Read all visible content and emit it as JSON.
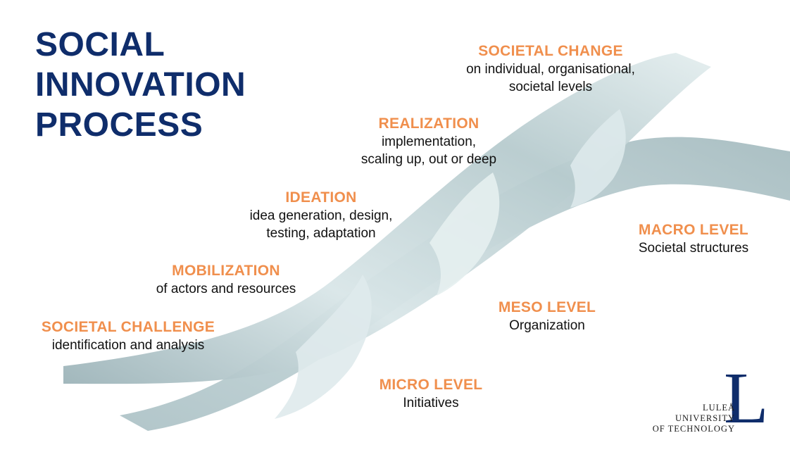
{
  "title": {
    "line1": "SOCIAL",
    "line2": "INNOVATION",
    "line3": "PROCESS"
  },
  "stages": {
    "societal_challenge": {
      "heading": "SOCIETAL CHALLENGE",
      "line1": "identification and analysis"
    },
    "mobilization": {
      "heading": "MOBILIZATION",
      "line1": "of actors and resources"
    },
    "ideation": {
      "heading": "IDEATION",
      "line1": "idea generation, design,",
      "line2": "testing, adaptation"
    },
    "realization": {
      "heading": "REALIZATION",
      "line1": "implementation,",
      "line2": "scaling up, out or deep"
    },
    "societal_change": {
      "heading": "SOCIETAL CHANGE",
      "line1": "on individual, organisational,",
      "line2": "societal levels"
    }
  },
  "levels": {
    "micro": {
      "heading": "MICRO LEVEL",
      "line1": "Initiatives"
    },
    "meso": {
      "heading": "MESO LEVEL",
      "line1": "Organization"
    },
    "macro": {
      "heading": "MACRO LEVEL",
      "line1": "Societal structures"
    }
  },
  "logo": {
    "letter": "L",
    "line1": "LULEÅ",
    "line2": "UNIVERSITY",
    "line3": "OF TECHNOLOGY"
  },
  "colors": {
    "title": "#0f2d6b",
    "heading": "#f08f4d",
    "body_text": "#111111",
    "ribbon": "#c9d9dc"
  }
}
